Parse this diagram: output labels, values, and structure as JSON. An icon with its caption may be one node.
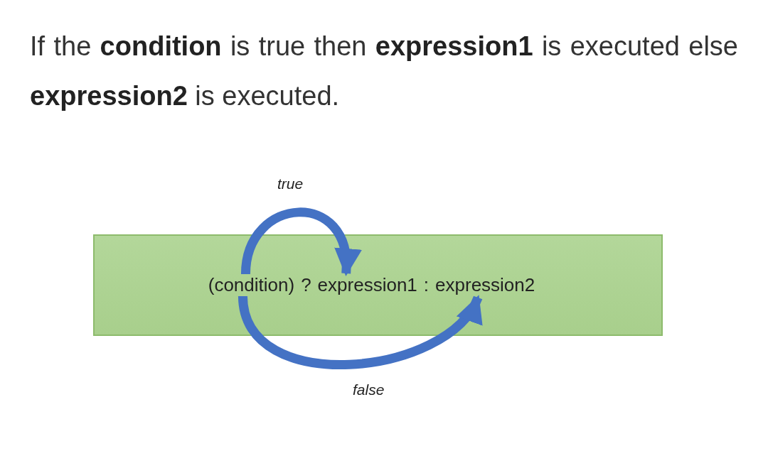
{
  "diagram": {
    "nodes": [
      {
        "text": [],
        "shape": "box"
      },
      {
        "text": [
          "(condition)"
        ],
        "in": 0
      },
      {
        "text": [
          "expression1"
        ],
        "in": 0
      },
      {
        "text": [
          "expression2"
        ],
        "in": 0
      }
    ],
    "edges": [
      {
        "from": 1,
        "to": 2,
        "arrow": "to",
        "label": "true"
      },
      {
        "from": 1,
        "to": 3,
        "arrow": "to",
        "label": "false"
      }
    ],
    "labels": [
      "If the **condition** is true then **expression1** is executed else **expression2** is executed.",
      "?",
      ":"
    ]
  }
}
